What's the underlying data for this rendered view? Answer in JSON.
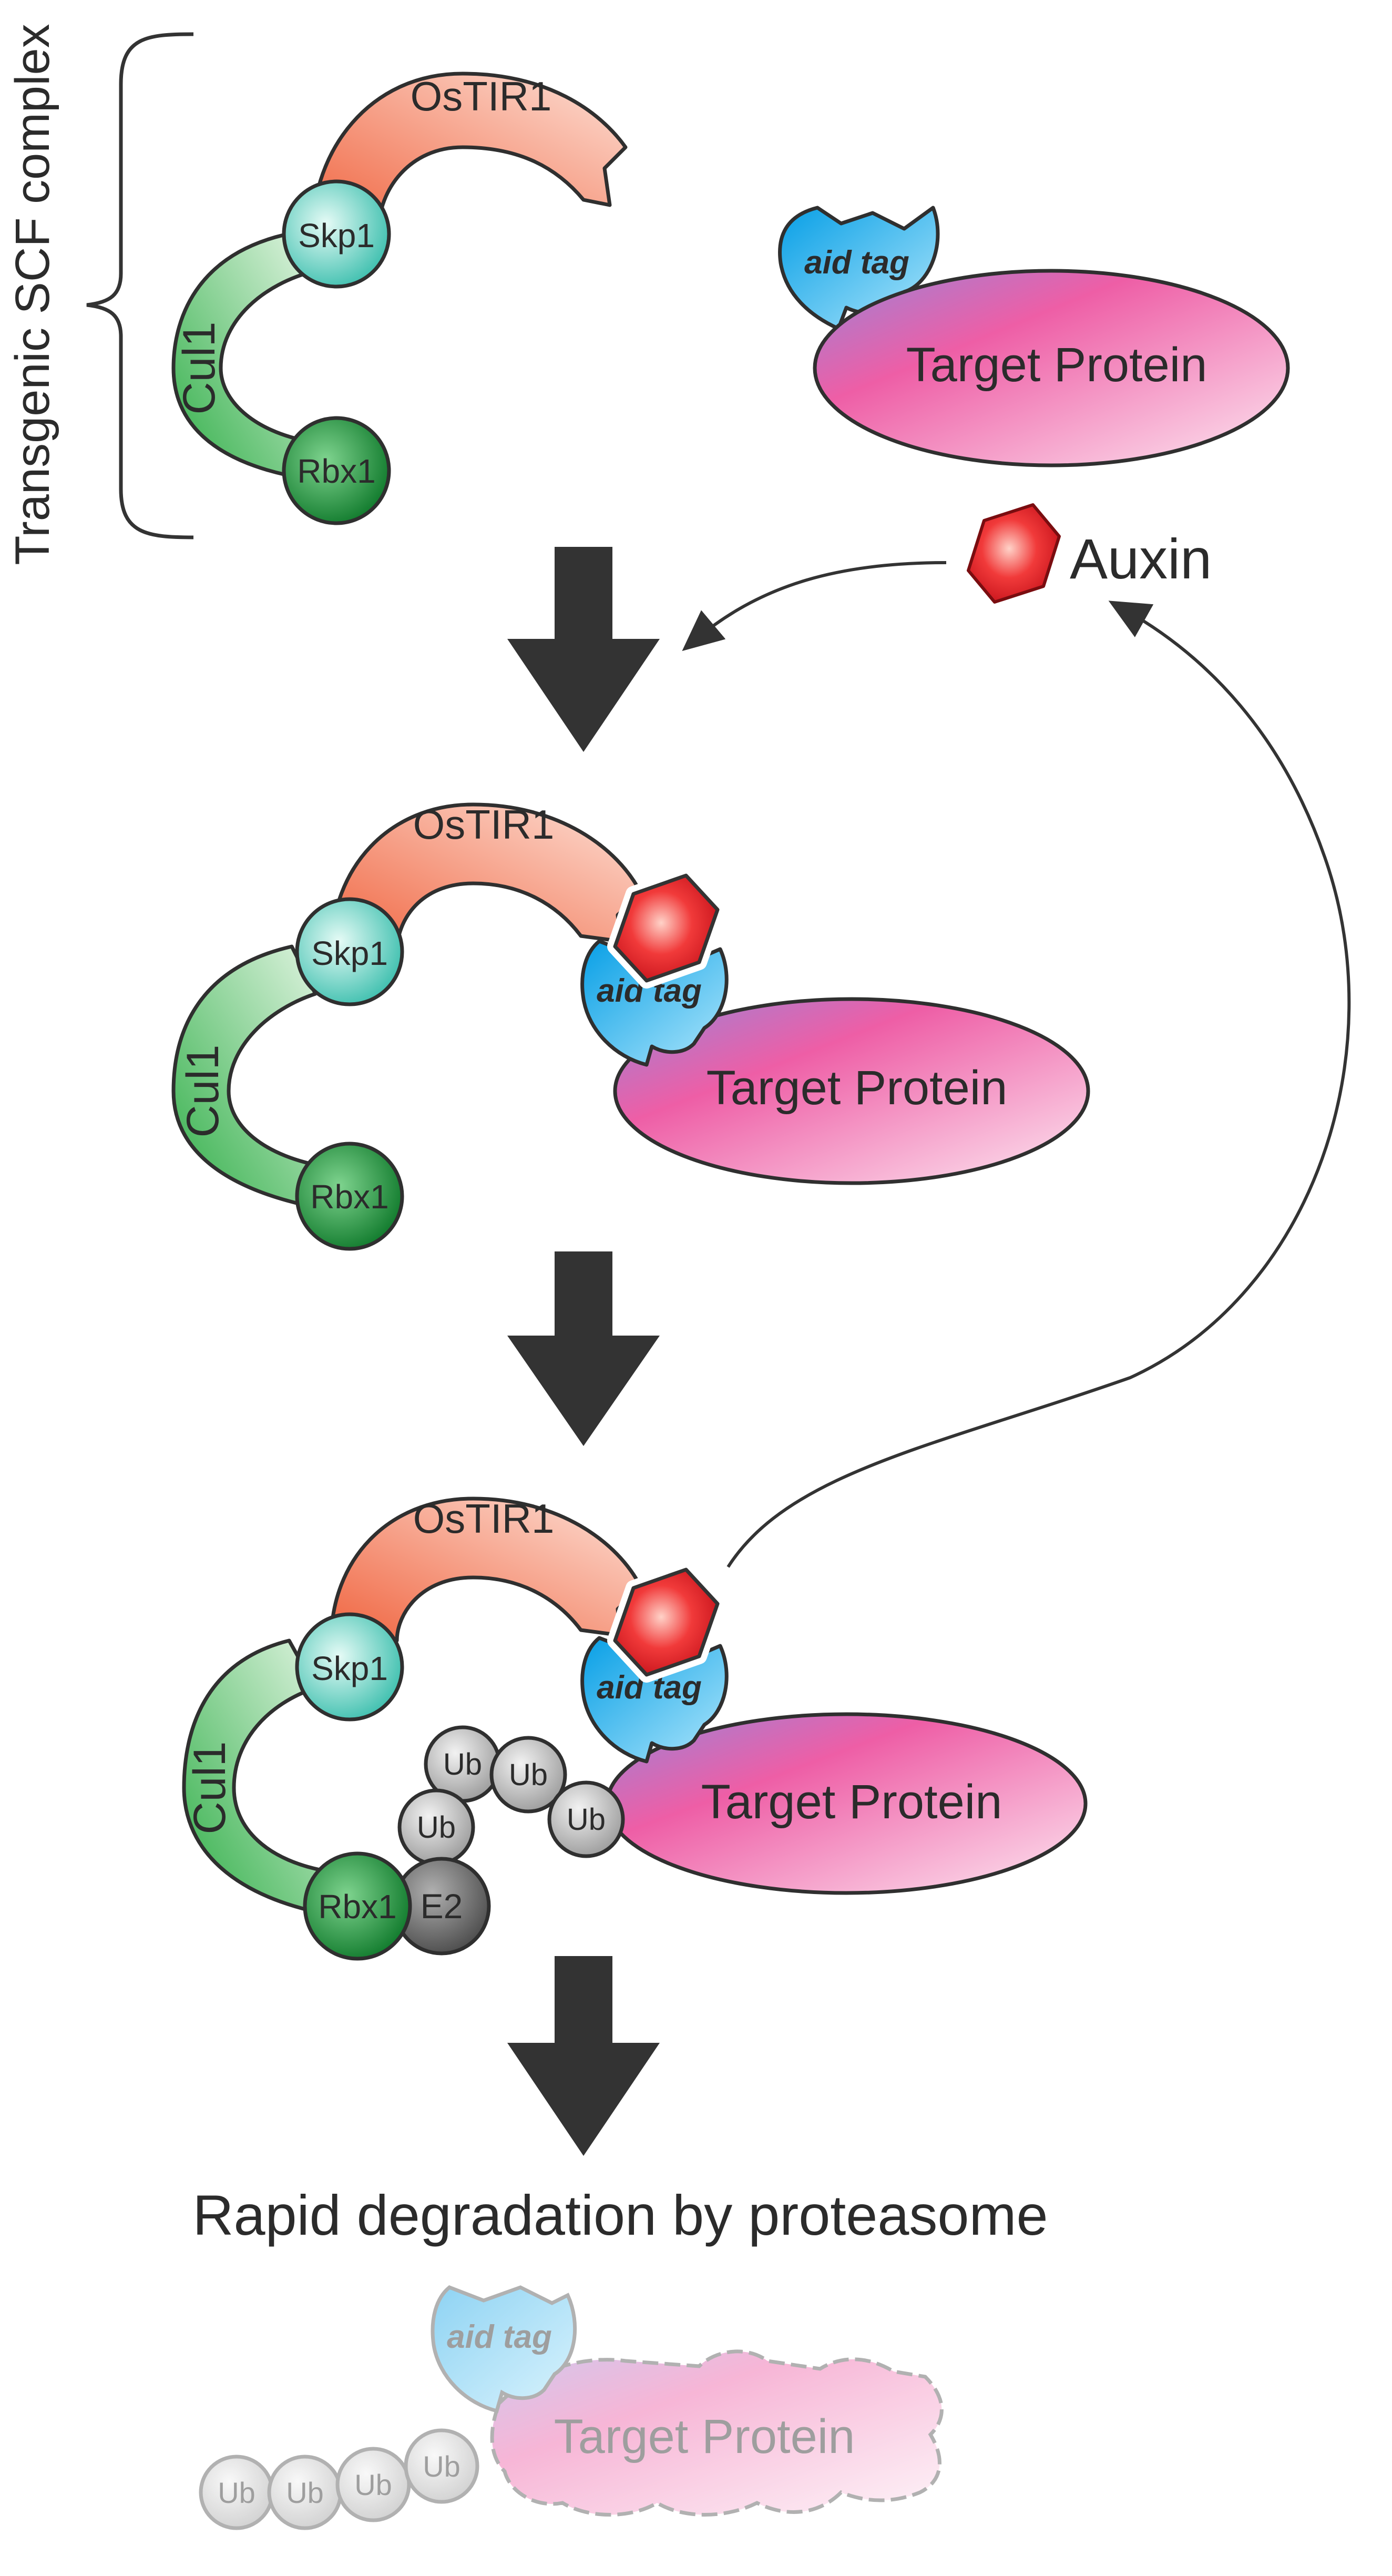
{
  "scf_label": "Transgenic SCF complex",
  "auxin_label": "Auxin",
  "degradation_label": "Rapid degradation by proteasome",
  "stage1": {
    "ostir": "OsTIR1",
    "skp": "Skp1",
    "cul": "Cul1",
    "rbx": "Rbx1",
    "aid": "aid tag",
    "target": "Target Protein"
  },
  "stage2": {
    "ostir": "OsTIR1",
    "skp": "Skp1",
    "cul": "Cul1",
    "rbx": "Rbx1",
    "aid": "aid tag",
    "target": "Target Protein"
  },
  "stage3": {
    "ostir": "OsTIR1",
    "skp": "Skp1",
    "cul": "Cul1",
    "rbx": "Rbx1",
    "aid": "aid tag",
    "target": "Target Protein",
    "e2": "E2",
    "ub": [
      "Ub",
      "Ub",
      "Ub",
      "Ub"
    ]
  },
  "stage4": {
    "aid": "aid tag",
    "target": "Target Protein",
    "ub": [
      "Ub",
      "Ub",
      "Ub",
      "Ub"
    ]
  },
  "colors": {
    "ostir": "#f47a5c",
    "skp": "#5cc8b8",
    "cul": "#4dbb5a",
    "rbx": "#1f8a3a",
    "aid": "#1ea8e6",
    "target": "#ee5fa0",
    "auxin": "#e8282c",
    "ub": "#a8a8a8",
    "e2": "#6b6b6b",
    "arrow": "#333333"
  }
}
